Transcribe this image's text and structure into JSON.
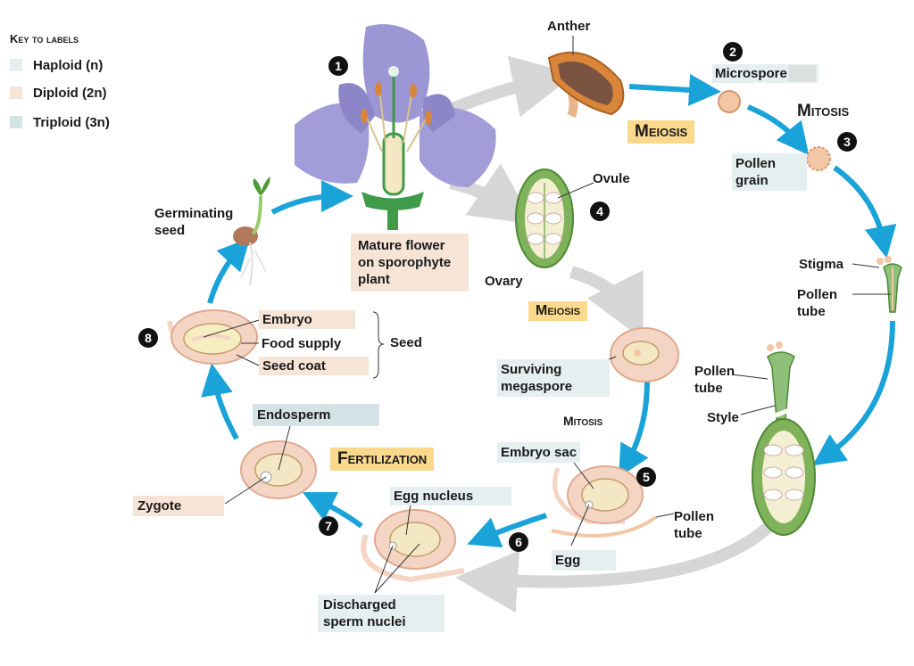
{
  "key": {
    "title": "Key to labels",
    "items": [
      {
        "name": "haploid",
        "label": "Haploid (n)",
        "color": "#e6eff0"
      },
      {
        "name": "diploid",
        "label": "Diploid (2n)",
        "color": "#f6e4d6"
      },
      {
        "name": "triploid",
        "label": "Triploid (3n)",
        "color": "#d3e2e5"
      }
    ]
  },
  "steps": [
    "1",
    "2",
    "3",
    "4",
    "5",
    "6",
    "7",
    "8"
  ],
  "stage_titles": {
    "meiosis_top": "Meiosis",
    "mitosis_top": "Mitosis",
    "meiosis_mid": "Meiosis",
    "mitosis_mid": "Mitosis",
    "fertilization": "Fertilization"
  },
  "labels": {
    "anther": "Anther",
    "microspore": "Microspore",
    "pollen_grain": "Pollen\ngrain",
    "ovule": "Ovule",
    "ovary": "Ovary",
    "stigma": "Stigma",
    "pollen_tube_1": "Pollen\ntube",
    "pollen_tube_2": "Pollen\ntube",
    "style": "Style",
    "pollen_tube_3": "Pollen\ntube",
    "mature_flower": "Mature flower\non sporophyte\nplant",
    "germinating_seed": "Germinating\nseed",
    "embryo": "Embryo",
    "food_supply": "Food supply",
    "seed_coat": "Seed coat",
    "seed": "Seed",
    "surviving_megaspore": "Surviving\nmegaspore",
    "embryo_sac": "Embryo sac",
    "egg": "Egg",
    "egg_nucleus": "Egg nucleus",
    "endosperm": "Endosperm",
    "zygote": "Zygote",
    "discharged_sperm": "Discharged\nsperm nuclei"
  },
  "colors": {
    "cycle_arrow": "#1aa3d9",
    "gray_arrow": "#d4d4d4",
    "petal": "#9c96d4",
    "ovary_green": "#7fb25a",
    "seed_peach": "#f4d5c4",
    "anther_orange": "#d9863a"
  }
}
